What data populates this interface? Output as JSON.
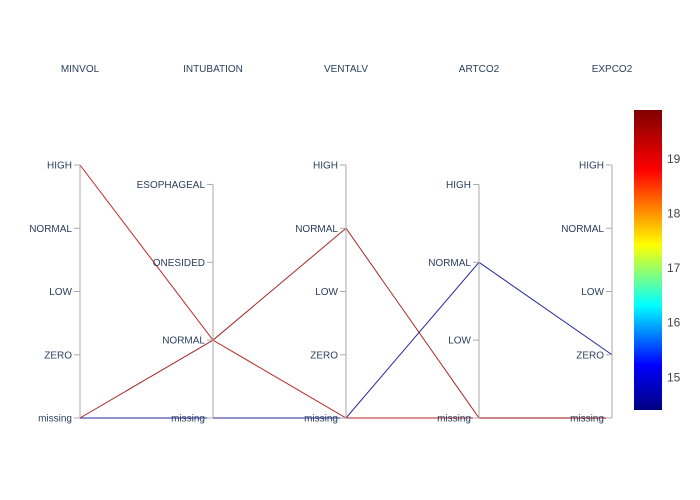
{
  "chart_data": {
    "type": "parcats",
    "dimensions": [
      {
        "name": "MINVOL",
        "categories": [
          "missing",
          "ZERO",
          "LOW",
          "NORMAL",
          "HIGH"
        ]
      },
      {
        "name": "INTUBATION",
        "categories": [
          "missing",
          "NORMAL",
          "ONESIDED",
          "ESOPHAGEAL"
        ]
      },
      {
        "name": "VENTALV",
        "categories": [
          "missing",
          "ZERO",
          "LOW",
          "NORMAL",
          "HIGH"
        ]
      },
      {
        "name": "ARTCO2",
        "categories": [
          "missing",
          "LOW",
          "NORMAL",
          "HIGH"
        ]
      },
      {
        "name": "EXPCO2",
        "categories": [
          "missing",
          "ZERO",
          "LOW",
          "NORMAL",
          "HIGH"
        ]
      }
    ],
    "lines": [
      {
        "path": [
          "missing",
          "missing",
          "missing",
          "NORMAL",
          "ZERO"
        ],
        "color_value": 14.5
      },
      {
        "path": [
          "HIGH",
          "NORMAL",
          "missing",
          "missing",
          "missing"
        ],
        "color_value": 19.5
      },
      {
        "path": [
          "missing",
          "NORMAL",
          "NORMAL",
          "missing",
          "missing"
        ],
        "color_value": 19.7
      }
    ],
    "colorscale": {
      "range": [
        14.4,
        19.9
      ],
      "ticks": [
        15,
        16,
        17,
        18,
        19
      ],
      "stops": [
        "#000080",
        "#0000ff",
        "#00ffff",
        "#ffff00",
        "#ff0000",
        "#800000"
      ]
    }
  }
}
